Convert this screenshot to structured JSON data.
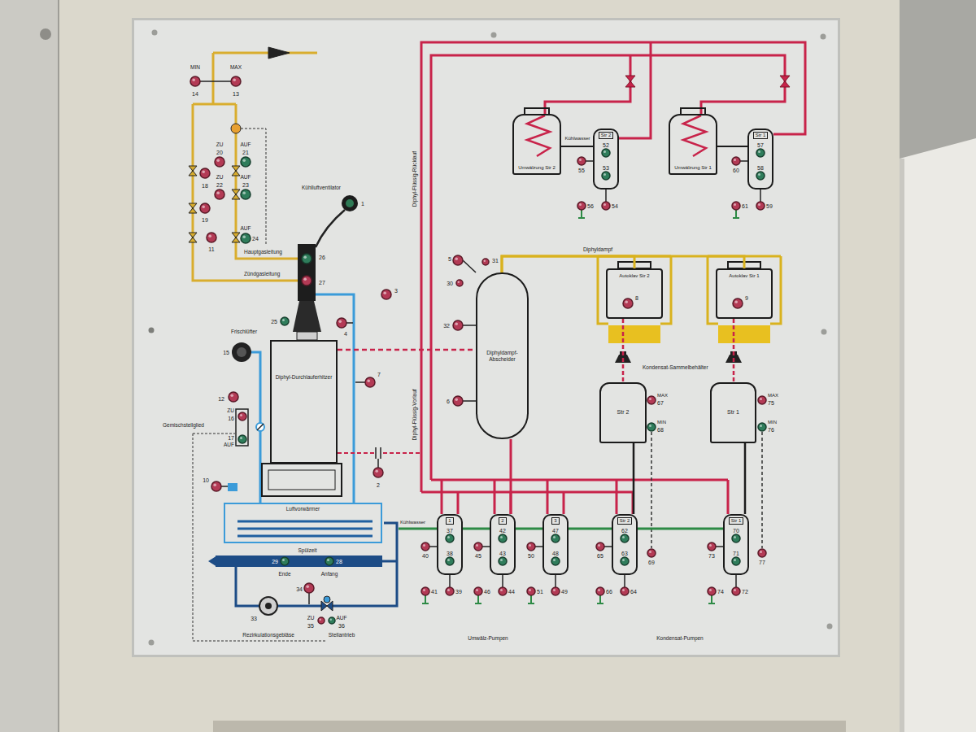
{
  "diagram": {
    "nodes": [
      {
        "text": [
          "Diphyl-Durchlauferhitzer"
        ]
      },
      {
        "text": [
          "Luftvorwärmer"
        ]
      },
      {
        "text": [
          "Diphyldampf-Abscheider"
        ]
      },
      {
        "text": [
          "Umwälzung Str 2"
        ]
      },
      {
        "text": [
          "Str 2"
        ]
      },
      {
        "text": [
          "Umwälzung Str 1"
        ]
      },
      {
        "text": [
          "Str 1"
        ]
      },
      {
        "text": [
          "Autoklav Str 2"
        ]
      },
      {
        "text": [
          "Autoklav Str 1"
        ]
      },
      {
        "text": [
          "Str 2"
        ]
      },
      {
        "text": [
          "Str 1"
        ]
      },
      {
        "text": [
          "1"
        ]
      },
      {
        "text": [
          "2"
        ]
      },
      {
        "text": [
          "3"
        ]
      },
      {
        "text": [
          "Str 2"
        ]
      },
      {
        "text": [
          "Str 1"
        ]
      }
    ],
    "edges": [
      {
        "from": 0,
        "to": 2,
        "arrow": "none"
      },
      {
        "from": 2,
        "to": 7,
        "arrow": "none"
      },
      {
        "from": 2,
        "to": 8,
        "arrow": "none"
      },
      {
        "from": 7,
        "to": 9,
        "arrow": "none"
      },
      {
        "from": 8,
        "to": 10,
        "arrow": "none"
      },
      {
        "from": 9,
        "to": 14,
        "arrow": "none"
      },
      {
        "from": 10,
        "to": 15,
        "arrow": "none"
      },
      {
        "from": 2,
        "to": 12,
        "arrow": "none"
      },
      {
        "from": 3,
        "to": 4,
        "arrow": "none"
      },
      {
        "from": 5,
        "to": 6,
        "arrow": "none"
      }
    ],
    "labels": [
      "MIN",
      "MAX",
      "14",
      "13",
      "ZU",
      "20",
      "AUF",
      "21",
      "18",
      "ZU",
      "22",
      "AUF",
      "23",
      "19",
      "11",
      "AUF",
      "24",
      "Hauptgasleitung",
      "Zündgasleitung",
      "Kühlluftventilator",
      "1",
      "26",
      "27",
      "25",
      "3",
      "4",
      "Frischlüfter",
      "15",
      "12",
      "ZU",
      "16",
      "17",
      "AUF",
      "Gemischstellglied",
      "7",
      "2",
      "10",
      "Spülzeit",
      "29",
      "28",
      "Ende",
      "Anfang",
      "34",
      "33",
      "Rezirkulationsgebläse",
      "ZU",
      "35",
      "AUF",
      "36",
      "Stellantrieb",
      "Diphyl-Flüssig-Rücklauf",
      "Diphyl-Flüssig-Vorlauf",
      "5",
      "31",
      "30",
      "32",
      "6",
      "Diphyldampf",
      "8",
      "9",
      "Kondensat-Sammelbehälter",
      "MAX",
      "67",
      "MIN",
      "68",
      "MAX",
      "75",
      "MIN",
      "76",
      "Kühlwasser",
      "Kühlwasser",
      "52",
      "55",
      "53",
      "56",
      "54",
      "57",
      "60",
      "58",
      "61",
      "59",
      "37",
      "40",
      "38",
      "41",
      "39",
      "42",
      "45",
      "43",
      "46",
      "44",
      "47",
      "50",
      "48",
      "51",
      "49",
      "62",
      "65",
      "63",
      "66",
      "64",
      "69",
      "70",
      "73",
      "71",
      "74",
      "72",
      "77",
      "Umwälz-Pumpen",
      "Kondensat-Pumpen"
    ]
  }
}
